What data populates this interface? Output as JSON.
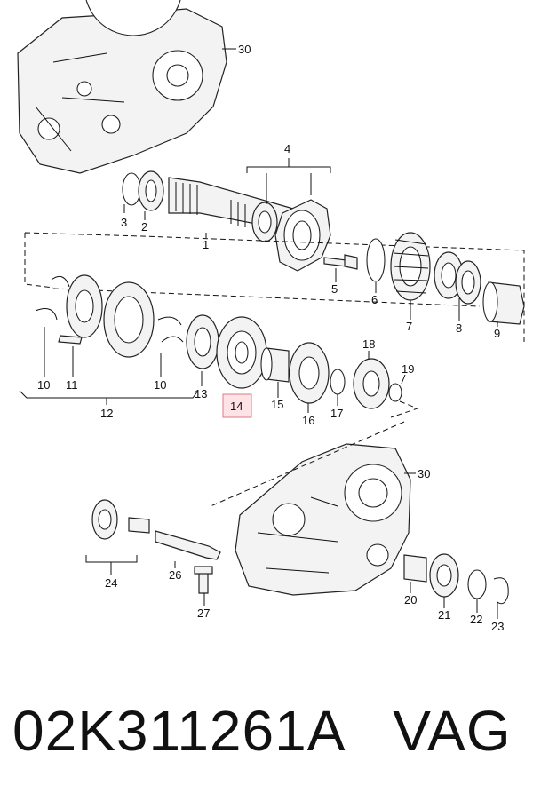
{
  "diagram": {
    "labels": {
      "p1": "1",
      "p2": "2",
      "p3": "3",
      "p4": "4",
      "p5": "5",
      "p6": "6",
      "p7": "7",
      "p8": "8",
      "p9": "9",
      "p10a": "10",
      "p10b": "10",
      "p11": "11",
      "p12": "12",
      "p13": "13",
      "p14": "14",
      "p15": "15",
      "p16": "16",
      "p17": "17",
      "p18": "18",
      "p19": "19",
      "p20": "20",
      "p21": "21",
      "p22": "22",
      "p23": "23",
      "p24": "24",
      "p26": "26",
      "p27": "27",
      "p30a": "30",
      "p30b": "30"
    },
    "highlighted_part": "14",
    "highlight_color": "#fde3e6"
  },
  "caption": {
    "part_number": "02K311261A",
    "brand": "VAG"
  }
}
